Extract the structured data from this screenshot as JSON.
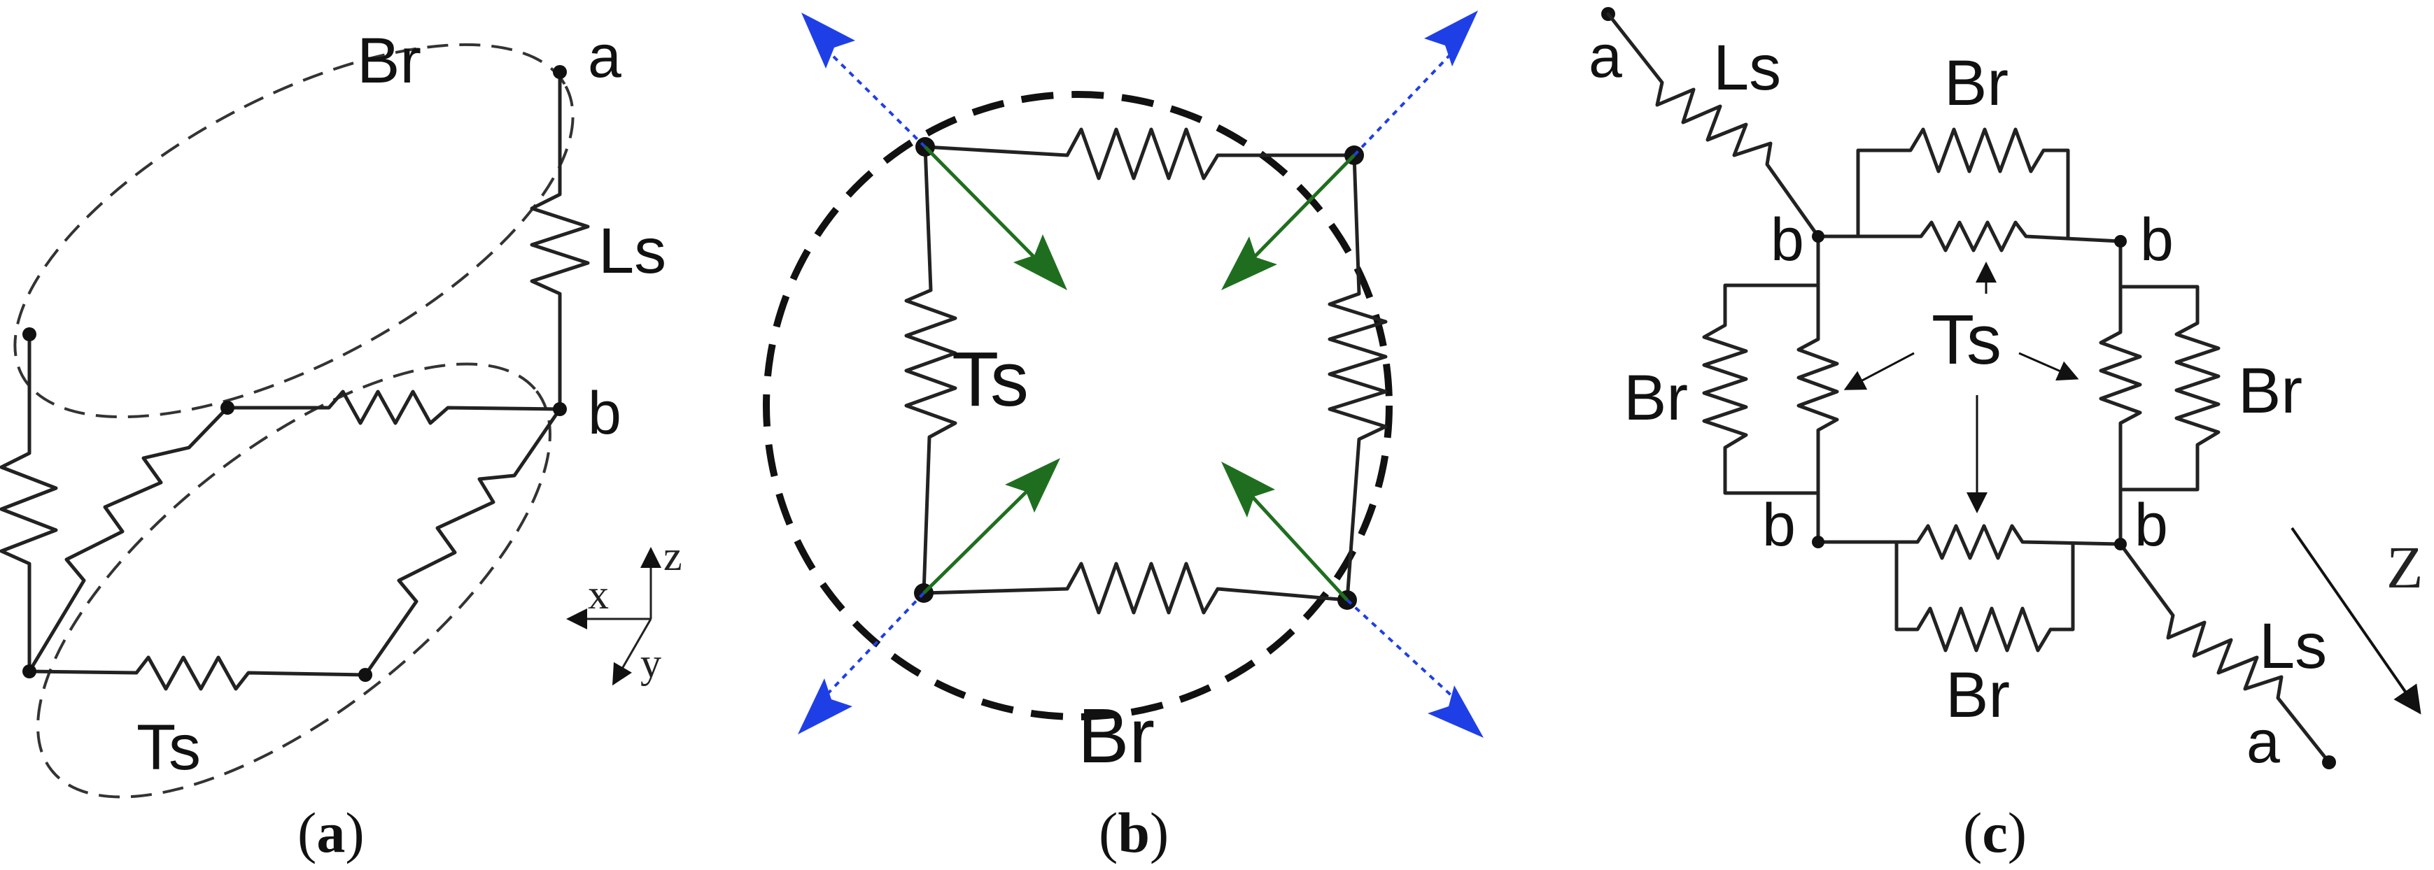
{
  "panels": {
    "a": {
      "caption_open": "(",
      "caption_letter": "a",
      "caption_close": ")",
      "labels": {
        "br": "Br",
        "node_a": "a",
        "ls": "Ls",
        "node_b": "b",
        "ts": "Ts"
      },
      "axes": {
        "z": "z",
        "x": "x",
        "y": "y"
      }
    },
    "b": {
      "caption_open": "(",
      "caption_letter": "b",
      "caption_close": ")",
      "labels": {
        "ts": "Ts",
        "br": "Br"
      }
    },
    "c": {
      "caption_open": "(",
      "caption_letter": "c",
      "caption_close": ")",
      "labels": {
        "a_top": "a",
        "ls_top": "Ls",
        "br_top": "Br",
        "b_top_left": "b",
        "b_top_right": "b",
        "ts": "Ts",
        "br_left": "Br",
        "br_right": "Br",
        "b_bottom_left": "b",
        "b_bottom_right": "b",
        "br_bottom": "Br",
        "ls_bottom": "Ls",
        "a_bottom": "a",
        "z": "Z"
      }
    }
  },
  "colors": {
    "wire": "#222222",
    "outward_arrow": "#1f3fe6",
    "inward_arrow": "#1f6e1f"
  }
}
